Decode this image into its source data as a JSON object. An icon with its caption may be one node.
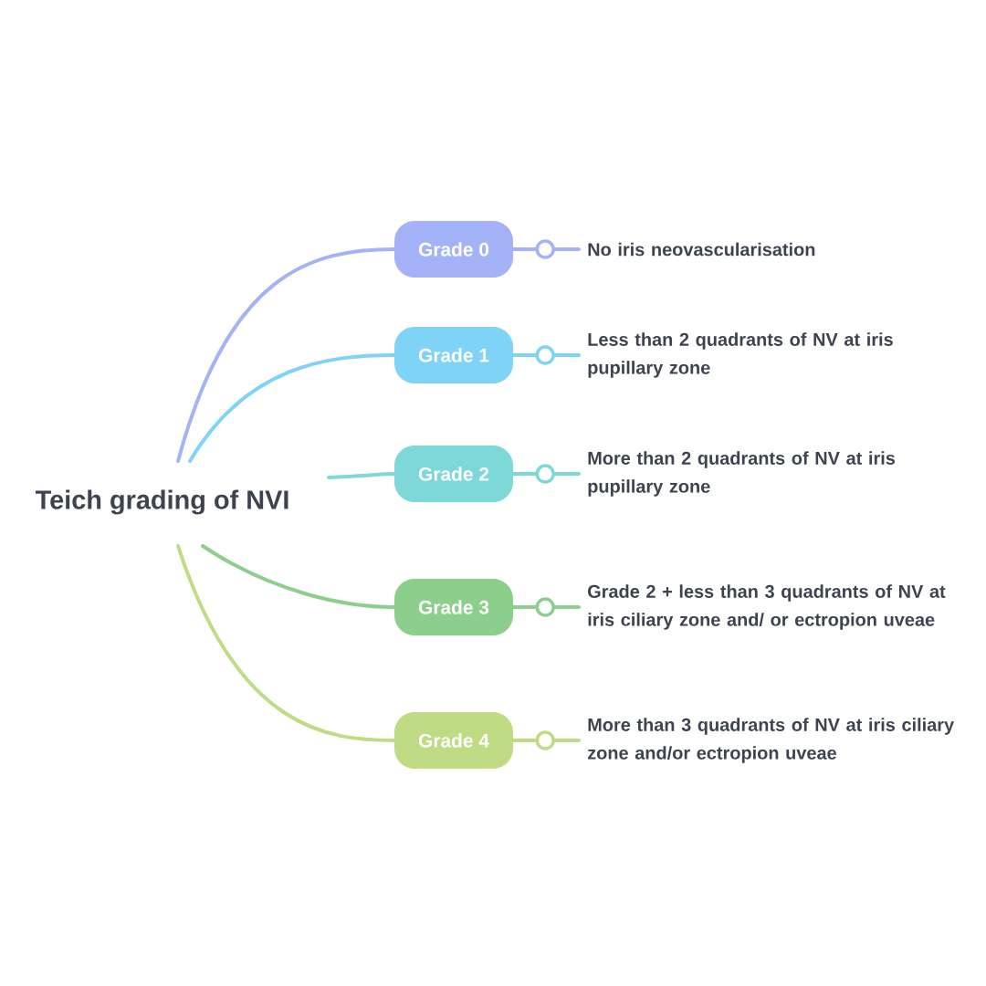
{
  "diagram": {
    "nodes": [
      {
        "text": [
          "Teich grading of NVI"
        ]
      },
      {
        "text": [
          "Grade 0"
        ]
      },
      {
        "text": [
          "Grade 1"
        ]
      },
      {
        "text": [
          "Grade 2"
        ]
      },
      {
        "text": [
          "Grade 3"
        ]
      },
      {
        "text": [
          "Grade 4"
        ]
      },
      {
        "text": [
          "No iris neovascularisation"
        ]
      },
      {
        "text": [
          "Less than 2 quadrants of NV at iris pupillary zone"
        ]
      },
      {
        "text": [
          "More than 2 quadrants of NV at iris pupillary zone"
        ]
      },
      {
        "text": [
          "Grade 2 + less than 3 quadrants of NV at iris ciliary zone and/ or ectropion uveae"
        ]
      },
      {
        "text": [
          "More than 3 quadrants of NV at iris ciliary zone and/or ectropion uveae"
        ]
      }
    ],
    "edges": [
      {
        "from": 0,
        "to": 1,
        "arrow": "none",
        "color": "#a4b3f7"
      },
      {
        "from": 0,
        "to": 2,
        "arrow": "none",
        "color": "#7fd3f7"
      },
      {
        "from": 0,
        "to": 3,
        "arrow": "none",
        "color": "#7fd8d8"
      },
      {
        "from": 0,
        "to": 4,
        "arrow": "none",
        "color": "#8ccf8c"
      },
      {
        "from": 0,
        "to": 5,
        "arrow": "none",
        "color": "#bfdc85"
      },
      {
        "from": 1,
        "to": 6,
        "arrow": "none",
        "color": "#a4b3f7"
      },
      {
        "from": 2,
        "to": 7,
        "arrow": "none",
        "color": "#7fd3f7"
      },
      {
        "from": 3,
        "to": 8,
        "arrow": "none",
        "color": "#7fd8d8"
      },
      {
        "from": 4,
        "to": 9,
        "arrow": "none",
        "color": "#8ccf8c"
      },
      {
        "from": 5,
        "to": 10,
        "arrow": "none",
        "color": "#bfdc85"
      }
    ]
  }
}
